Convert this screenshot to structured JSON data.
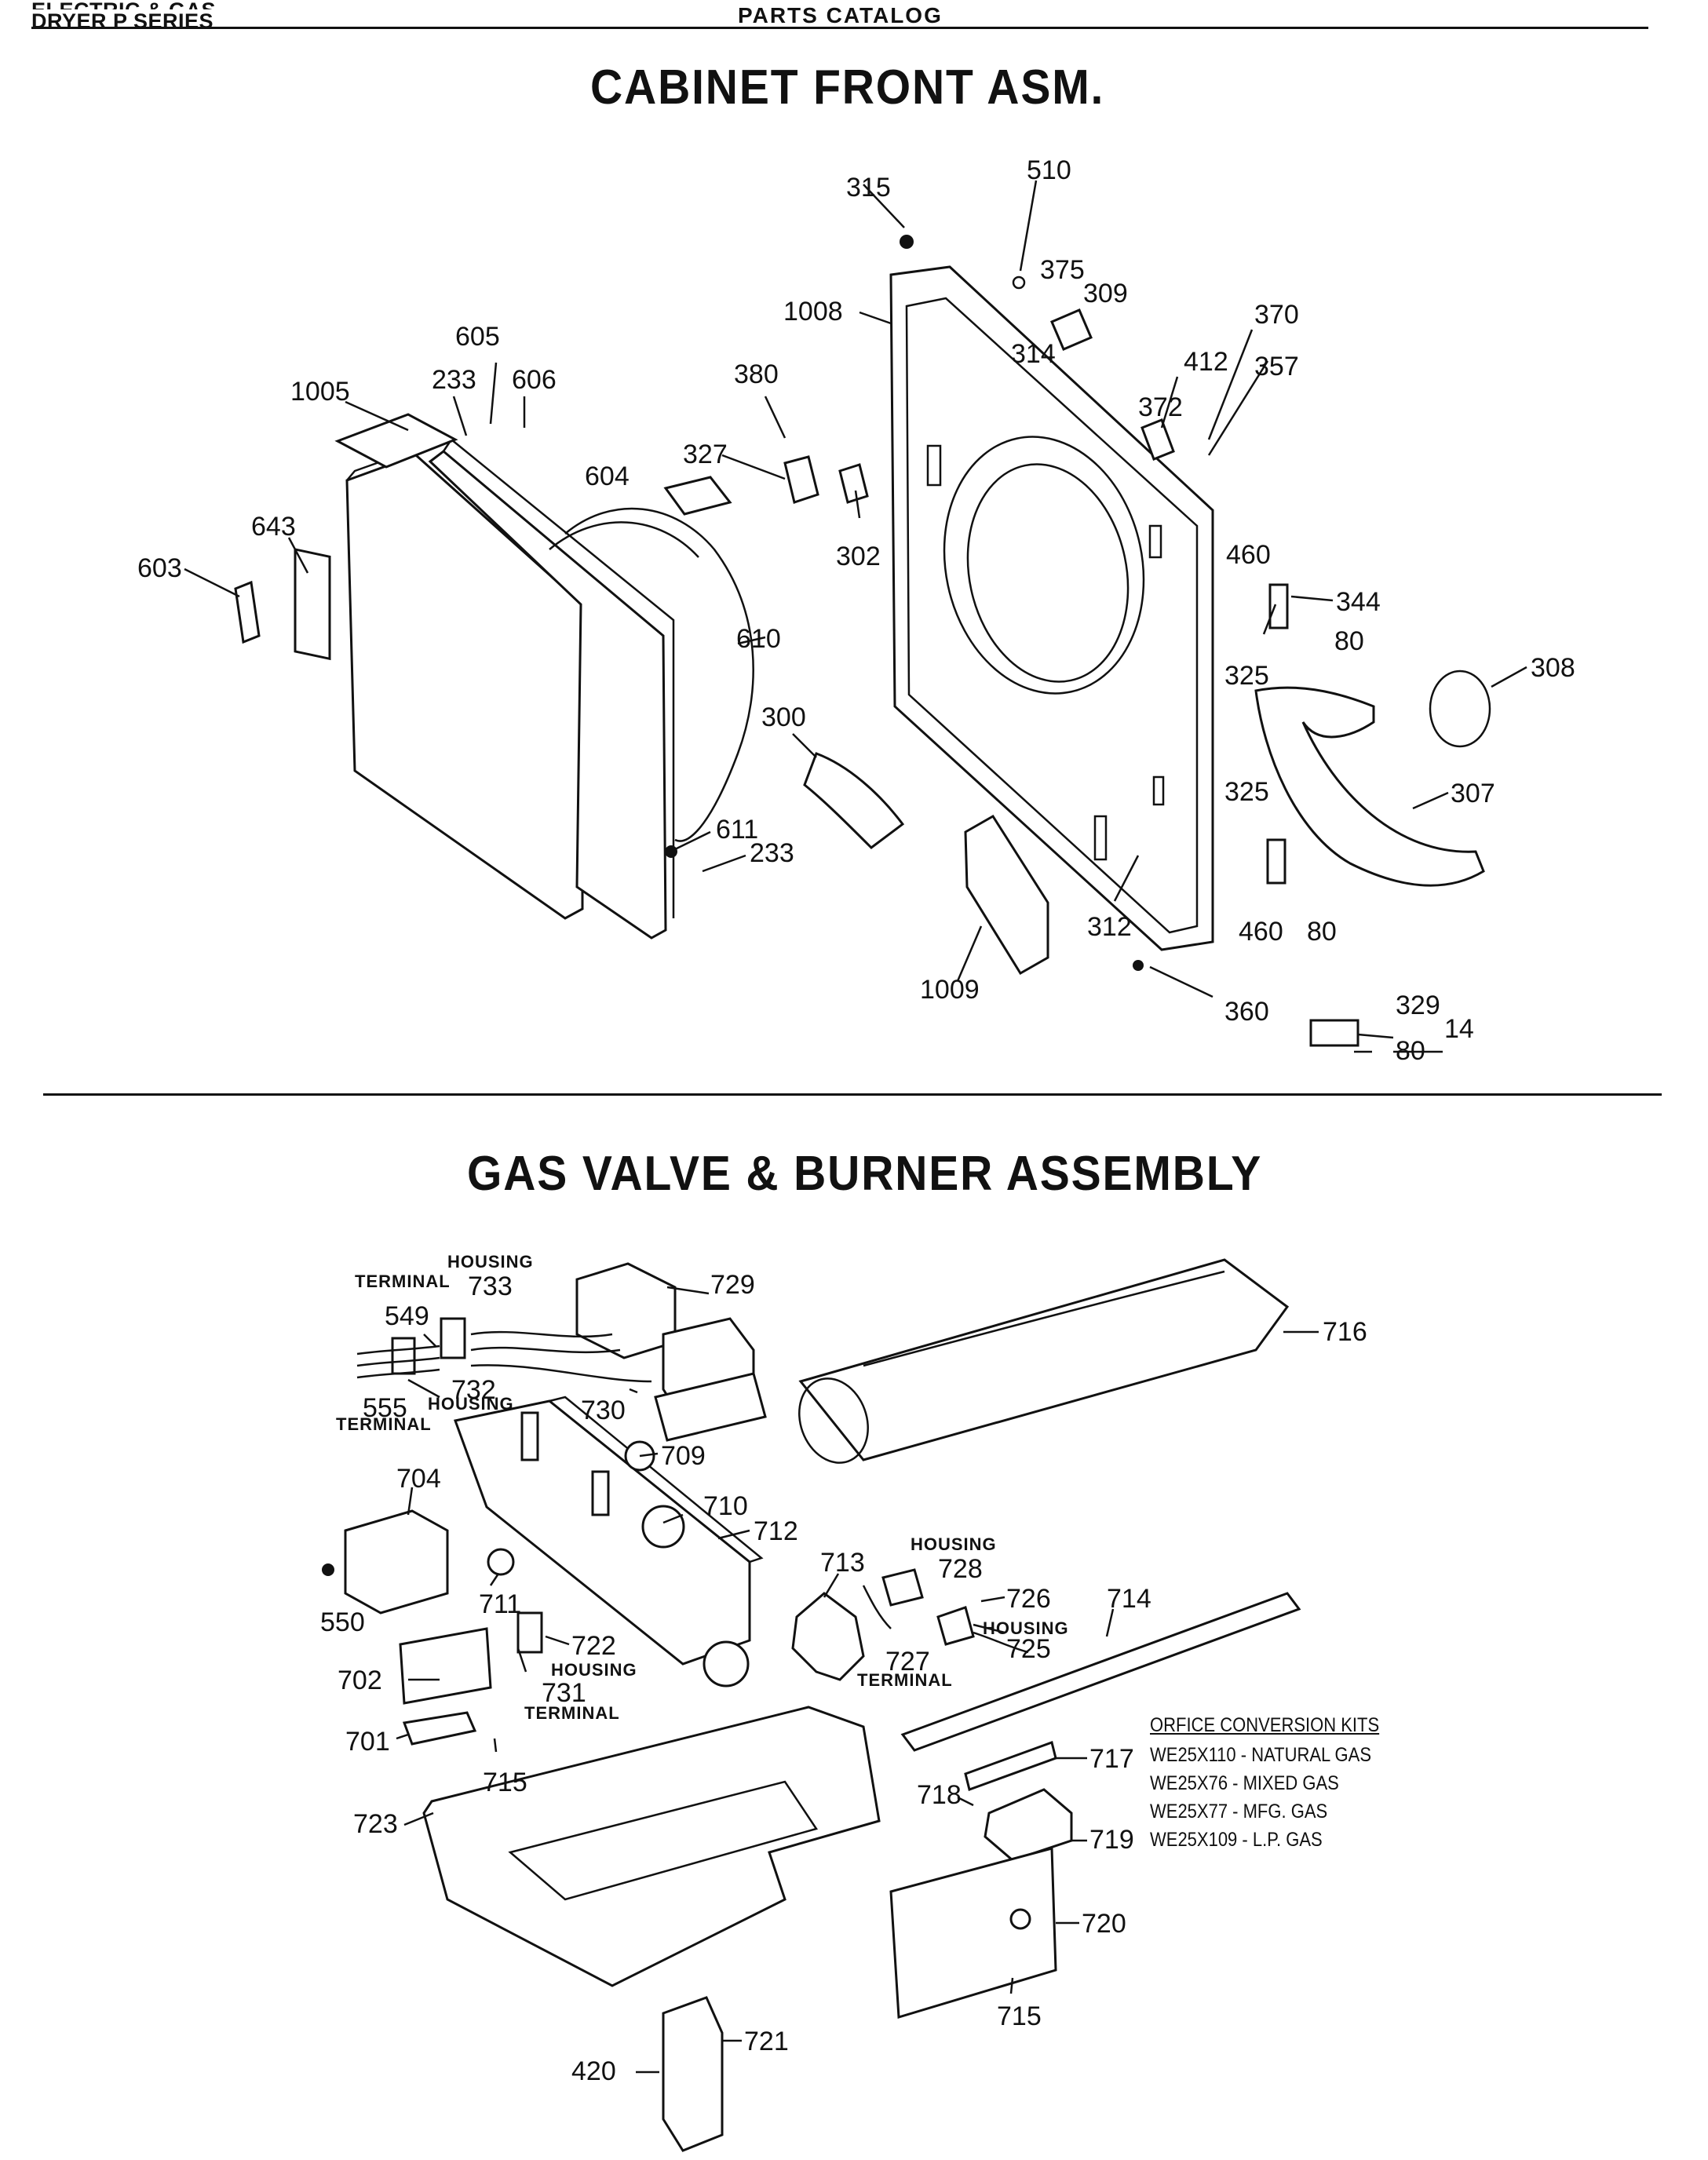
{
  "header": {
    "left_line1": "ELECTRIC & GAS",
    "left_line2": "DRYER P SERIES",
    "center": "PARTS CATALOG"
  },
  "sections": [
    {
      "title": "CABINET FRONT ASM."
    },
    {
      "title": "GAS VALVE & BURNER ASSEMBLY"
    }
  ],
  "cabinet_callouts": [
    "315",
    "510",
    "375",
    "309",
    "1008",
    "314",
    "370",
    "412",
    "357",
    "372",
    "605",
    "233",
    "606",
    "1005",
    "380",
    "327",
    "604",
    "643",
    "603",
    "302",
    "460",
    "344",
    "80",
    "610",
    "325",
    "308",
    "300",
    "307",
    "611",
    "233",
    "325",
    "312",
    "460",
    "80",
    "1009",
    "360",
    "329",
    "14",
    "80"
  ],
  "gas_callouts": [
    "729",
    "716",
    "733",
    "549",
    "730",
    "709",
    "555",
    "732",
    "704",
    "710",
    "712",
    "550",
    "711",
    "713",
    "728",
    "726",
    "714",
    "725",
    "722",
    "727",
    "702",
    "731",
    "701",
    "717",
    "715",
    "723",
    "718",
    "719",
    "720",
    "715",
    "721",
    "420"
  ],
  "gas_text_labels": {
    "housing": "HOUSING",
    "terminal": "TERMINAL"
  },
  "conversion_kits": {
    "title": "ORFICE CONVERSION KITS",
    "items": [
      "WE25X110 - NATURAL GAS",
      "WE25X76 - MIXED GAS",
      "WE25X77 - MFG. GAS",
      "WE25X109 - L.P. GAS"
    ]
  }
}
